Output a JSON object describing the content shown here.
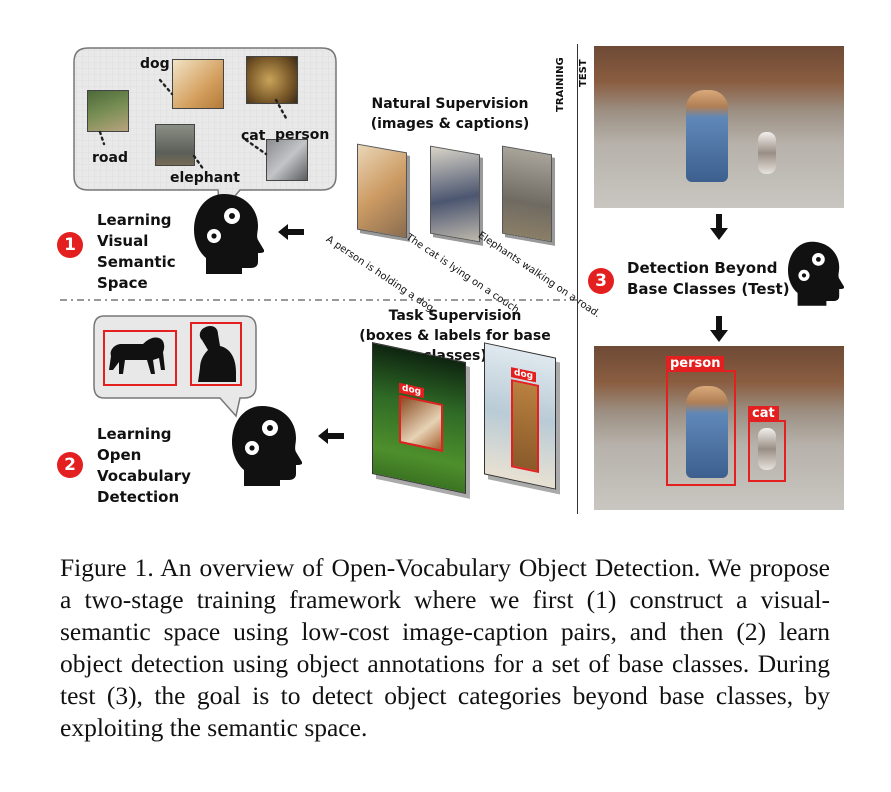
{
  "figure": {
    "top_left": {
      "labels": {
        "dog": "dog",
        "person": "person",
        "road": "road",
        "cat": "cat",
        "elephant": "elephant"
      },
      "step_number": "1",
      "step_title_lines": [
        "Learning",
        "Visual",
        "Semantic",
        "Space"
      ]
    },
    "natural_supervision": {
      "title_line1": "Natural Supervision",
      "title_line2": "(images & captions)",
      "captions": [
        "A person is holding a dog.",
        "The cat is lying on a couch.",
        "Elephants walking on a road."
      ]
    },
    "task_supervision": {
      "title_line1": "Task Supervision",
      "title_line2": "(boxes & labels for base classes)",
      "box_labels": [
        "dog",
        "dog"
      ]
    },
    "bottom_left": {
      "step_number": "2",
      "step_title_lines": [
        "Learning",
        "Open",
        "Vocabulary",
        "Detection"
      ]
    },
    "right": {
      "vertical_labels": {
        "training": "TRAINING",
        "test": "TEST"
      },
      "step_number": "3",
      "step_title_line1": "Detection Beyond",
      "step_title_line2": "Base Classes (Test)",
      "detections": [
        "person",
        "cat"
      ]
    },
    "colors": {
      "accent_red": "#e41f1f",
      "bubble_fill": "#e8e8e8"
    }
  },
  "caption": "Figure 1. An overview of Open-Vocabulary Object Detection. We propose a two-stage training framework where we first (1) construct a visual-semantic space using low-cost image-caption pairs, and then (2) learn object detection using object annotations for a set of base classes. During test (3), the goal is to detect object categories beyond base classes, by exploiting the semantic space."
}
